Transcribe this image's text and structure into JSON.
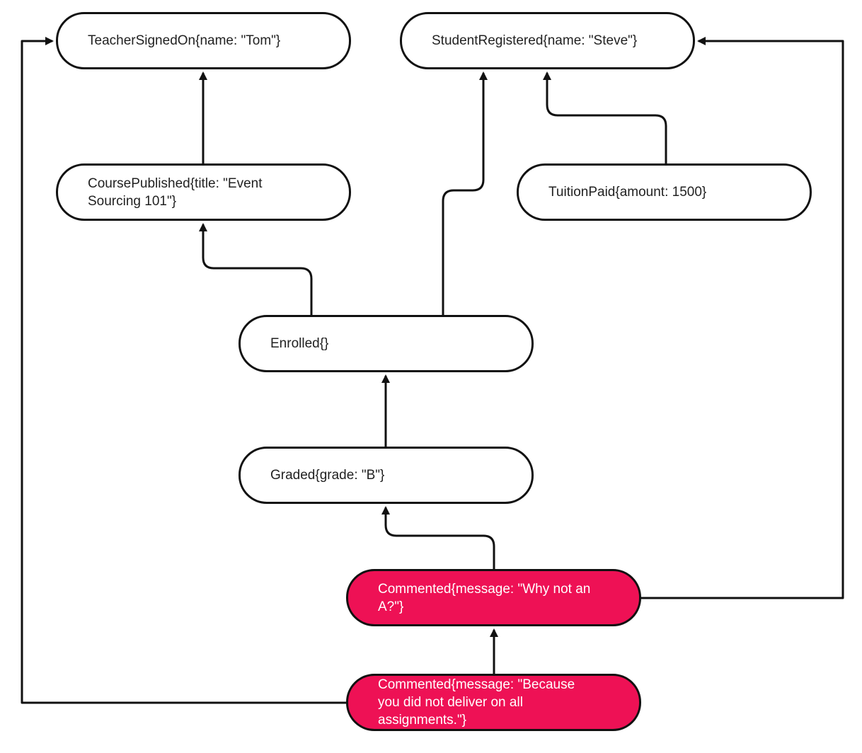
{
  "nodes": {
    "teacher_signed_on": "TeacherSignedOn{name: \"Tom\"}",
    "student_registered": "StudentRegistered{name: \"Steve\"}",
    "course_published": "CoursePublished{title: \"Event Sourcing 101\"}",
    "tuition_paid": "TuitionPaid{amount: 1500}",
    "enrolled": "Enrolled{}",
    "graded": "Graded{grade: \"B\"}",
    "commented_1": "Commented{message: \"Why not an A?\"}",
    "commented_2": "Commented{message: \"Because you did not deliver on all assignments.\"}"
  },
  "colors": {
    "stroke": "#111111",
    "highlight": "#ee1155"
  }
}
